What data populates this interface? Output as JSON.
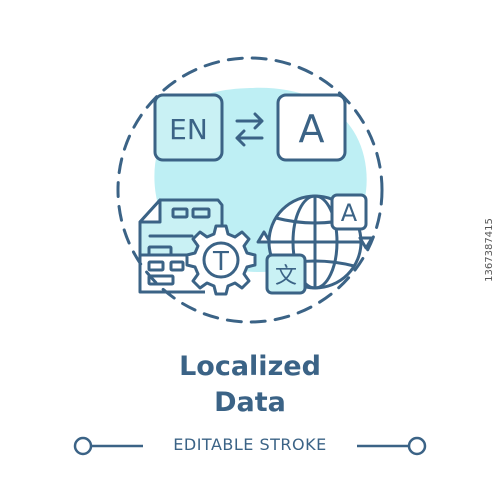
{
  "title": {
    "line1": "Localized",
    "line2": "Data"
  },
  "footer": {
    "label": "EDITABLE STROKE"
  },
  "icons": {
    "source_language": "EN",
    "target_letter": "A",
    "globe_letter": "A",
    "document_gear_letter": "T",
    "chinese_character": "文"
  },
  "colors": {
    "stroke": "#3b6386",
    "accent_fill": "#c9f1f4",
    "blob_fill": "#a8eaf0",
    "background": "#ffffff"
  },
  "watermark": {
    "stock_id": "1367387415"
  }
}
